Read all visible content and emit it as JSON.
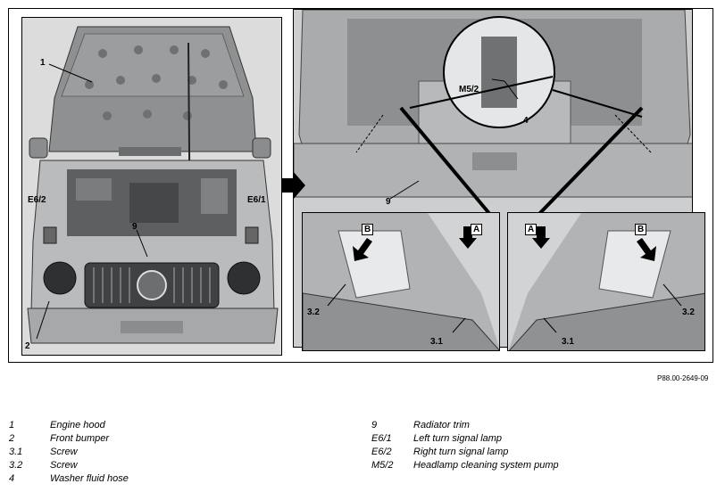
{
  "figure": {
    "labels": {
      "engine_hood": "1",
      "front_bumper": "2",
      "radiator_trim": "9",
      "e6_1": "E6/1",
      "e6_2": "E6/2",
      "right_radiator_trim": "9",
      "washer_hose": "4",
      "pump": "M5/2",
      "box_a_left": "A",
      "box_b_left": "B",
      "screw_3_2_left": "3.2",
      "screw_3_1_left": "3.1",
      "box_a_right": "A",
      "box_b_right": "B",
      "screw_3_2_right": "3.2",
      "screw_3_1_right": "3.1"
    },
    "reference": "P88.00-2649-09"
  },
  "legend": {
    "left": [
      {
        "num": "1",
        "text": "Engine hood"
      },
      {
        "num": "2",
        "text": "Front bumper"
      },
      {
        "num": "3.1",
        "text": "Screw"
      },
      {
        "num": "3.2",
        "text": "Screw"
      },
      {
        "num": "4",
        "text": "Washer fluid hose"
      }
    ],
    "right": [
      {
        "num": "9",
        "text": "Radiator trim"
      },
      {
        "num": "E6/1",
        "text": "Left turn signal lamp"
      },
      {
        "num": "E6/2",
        "text": "Right turn signal lamp"
      },
      {
        "num": "M5/2",
        "text": "Headlamp cleaning system pump"
      }
    ]
  }
}
